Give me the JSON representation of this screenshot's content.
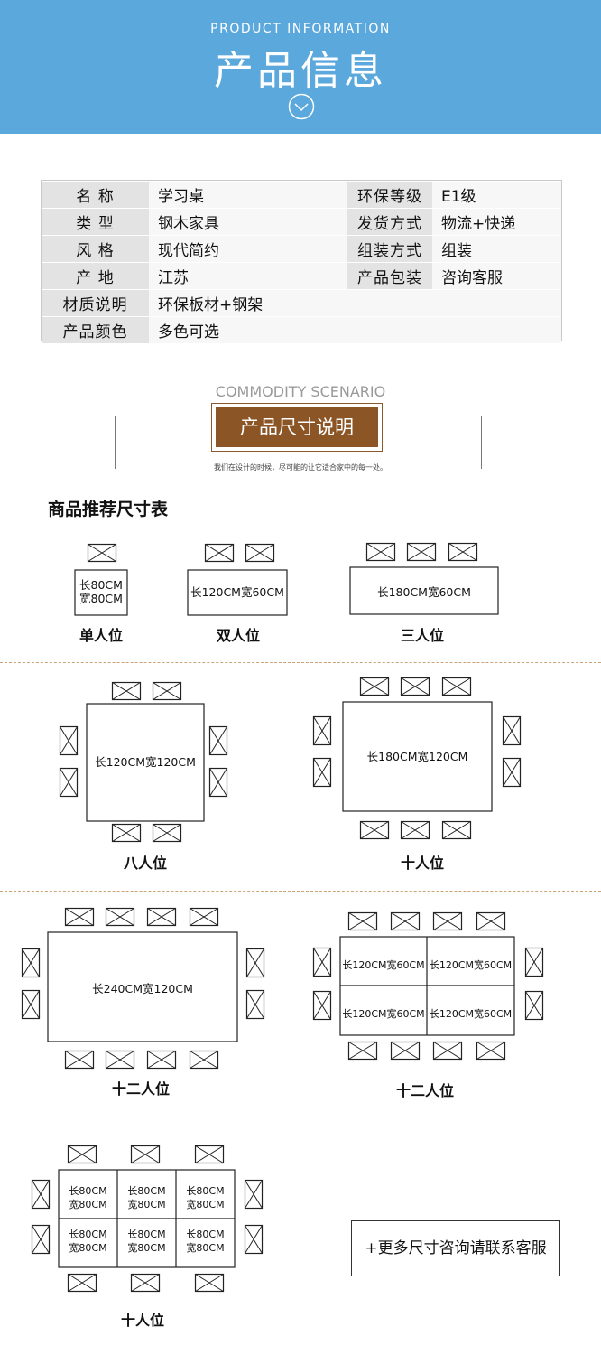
{
  "banner": {
    "en_title": "PRODUCT INFORMATION",
    "cn_title": "产品信息",
    "chevron_icon": "chevron-down-circle-icon",
    "bg_color": "#5ba8dc"
  },
  "info_table": {
    "rows": [
      {
        "label1": "名  称",
        "value1": "学习桌",
        "label2": "环保等级",
        "value2": "E1级"
      },
      {
        "label1": "类  型",
        "value1": "钢木家具",
        "label2": "发货方式",
        "value2": "物流+快递"
      },
      {
        "label1": "风  格",
        "value1": "现代简约",
        "label2": "组装方式",
        "value2": "组装"
      },
      {
        "label1": "产  地",
        "value1": "江苏",
        "label2": "产品包装",
        "value2": "咨询客服"
      },
      {
        "label1": "材质说明",
        "value1": "环保板材+钢架"
      },
      {
        "label1": "产品颜色",
        "value1": "多色可选"
      }
    ]
  },
  "scenario": {
    "en_title": "COMMODITY SCENARIO",
    "cn_title": "产品尺寸说明",
    "subtitle": "我们在设计的时候，尽可能的让它适合家中的每一处。",
    "accent_color": "#8b5525"
  },
  "size_chart": {
    "title": "商品推荐尺寸表",
    "chair_icon": "chair-box-icon",
    "layouts": {
      "single": {
        "caption": "单人位",
        "label1": "长80CM",
        "label2": "宽80CM"
      },
      "double": {
        "caption": "双人位",
        "label": "长120CM宽60CM"
      },
      "triple": {
        "caption": "三人位",
        "label": "长180CM宽60CM"
      },
      "eight": {
        "caption": "八人位",
        "label": "长120CM宽120CM"
      },
      "ten": {
        "caption": "十人位",
        "label": "长180CM宽120CM"
      },
      "twelve_a": {
        "caption": "十二人位",
        "label": "长240CM宽120CM"
      },
      "twelve_b": {
        "caption": "十二人位",
        "cell_label": "长120CM宽60CM"
      },
      "ten_b": {
        "caption": "十人位",
        "cell_label1": "长80CM",
        "cell_label2": "宽80CM"
      }
    },
    "more_note": "+更多尺寸咨询请联系客服"
  }
}
